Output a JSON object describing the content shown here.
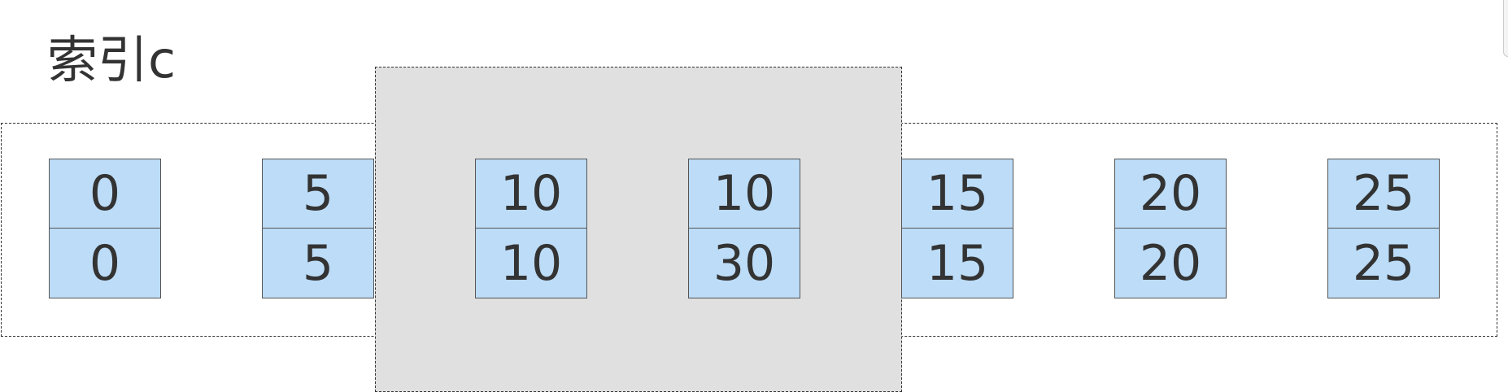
{
  "title": "索引c",
  "entries": [
    {
      "c": "0",
      "id": "0"
    },
    {
      "c": "5",
      "id": "5"
    },
    {
      "c": "10",
      "id": "10"
    },
    {
      "c": "10",
      "id": "30"
    },
    {
      "c": "15",
      "id": "15"
    },
    {
      "c": "20",
      "id": "20"
    },
    {
      "c": "25",
      "id": "25"
    }
  ],
  "colors": {
    "entry_fill": "#bcdcf7",
    "gap_fill": "#e0e0e0",
    "stroke": "#333333"
  }
}
